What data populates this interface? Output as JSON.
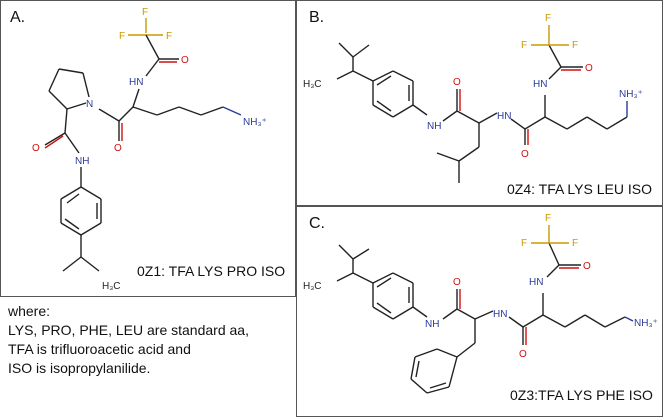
{
  "panels": {
    "a": {
      "label": "A.",
      "caption": "0Z1: TFA LYS PRO ISO"
    },
    "b": {
      "label": "B.",
      "caption": "0Z4: TFA LYS LEU ISO"
    },
    "c": {
      "label": "C.",
      "caption": "0Z3:TFA LYS PHE ISO"
    }
  },
  "atoms": {
    "F": "F",
    "O": "O",
    "N": "N",
    "HN": "HN",
    "NH": "NH",
    "NH3": "NH₃⁺",
    "CH3": "H₃C"
  },
  "where": {
    "title": "where:",
    "line1": "LYS, PRO, PHE, LEU are standard aa,",
    "line2": "TFA is trifluoroacetic acid and",
    "line3": "ISO is isopropylanilide."
  }
}
